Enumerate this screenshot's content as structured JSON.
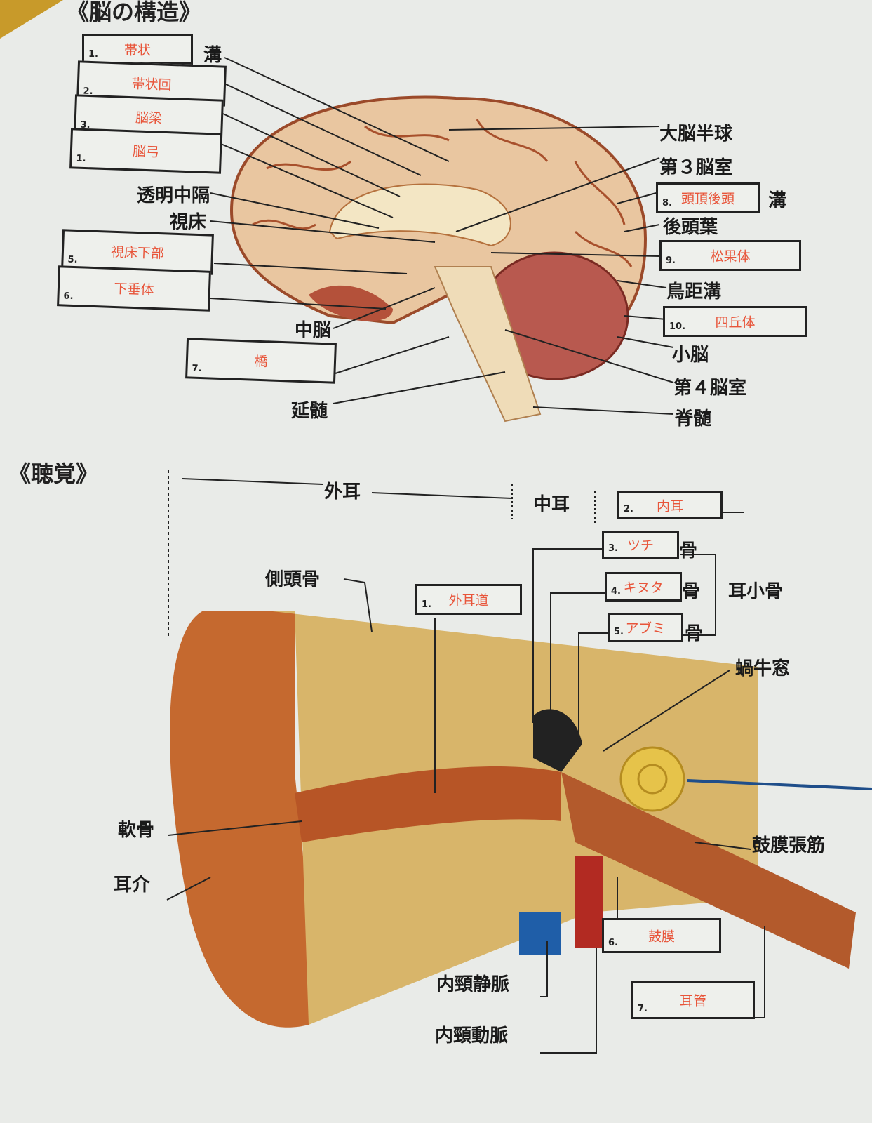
{
  "brain": {
    "title": "《脳の構造》",
    "printed_labels": [
      "溝",
      "透明中隔",
      "視床",
      "中脳",
      "延髄",
      "大脳半球",
      "第３脳室",
      "溝",
      "後頭葉",
      "鳥距溝",
      "小脳",
      "第４脳室",
      "脊髄"
    ],
    "boxes": [
      {
        "num": "1.",
        "answer": "帯状"
      },
      {
        "num": "2.",
        "answer": "帯状回"
      },
      {
        "num": "3.",
        "answer": "脳梁"
      },
      {
        "num": "1.",
        "answer": "脳弓"
      },
      {
        "num": "5.",
        "answer": "視床下部"
      },
      {
        "num": "6.",
        "answer": "下垂体"
      },
      {
        "num": "7.",
        "answer": "橋"
      },
      {
        "num": "8.",
        "answer": "頭頂後頭"
      },
      {
        "num": "9.",
        "answer": "松果体"
      },
      {
        "num": "10.",
        "answer": "四丘体"
      }
    ]
  },
  "ear": {
    "title": "《聴覚》",
    "printed_labels": [
      "外耳",
      "中耳",
      "側頭骨",
      "骨",
      "骨",
      "骨",
      "耳小骨",
      "蝸牛窓",
      "鼓膜張筋",
      "軟骨",
      "耳介",
      "内頸静脈",
      "内頸動脈"
    ],
    "boxes": [
      {
        "num": "2.",
        "answer": "内耳"
      },
      {
        "num": "3.",
        "answer": "ツチ"
      },
      {
        "num": "4.",
        "answer": "キヌタ"
      },
      {
        "num": "1.",
        "answer": "外耳道"
      },
      {
        "num": "5.",
        "answer": "アブミ"
      },
      {
        "num": "6.",
        "answer": "鼓膜"
      },
      {
        "num": "7.",
        "answer": "耳管"
      }
    ]
  }
}
